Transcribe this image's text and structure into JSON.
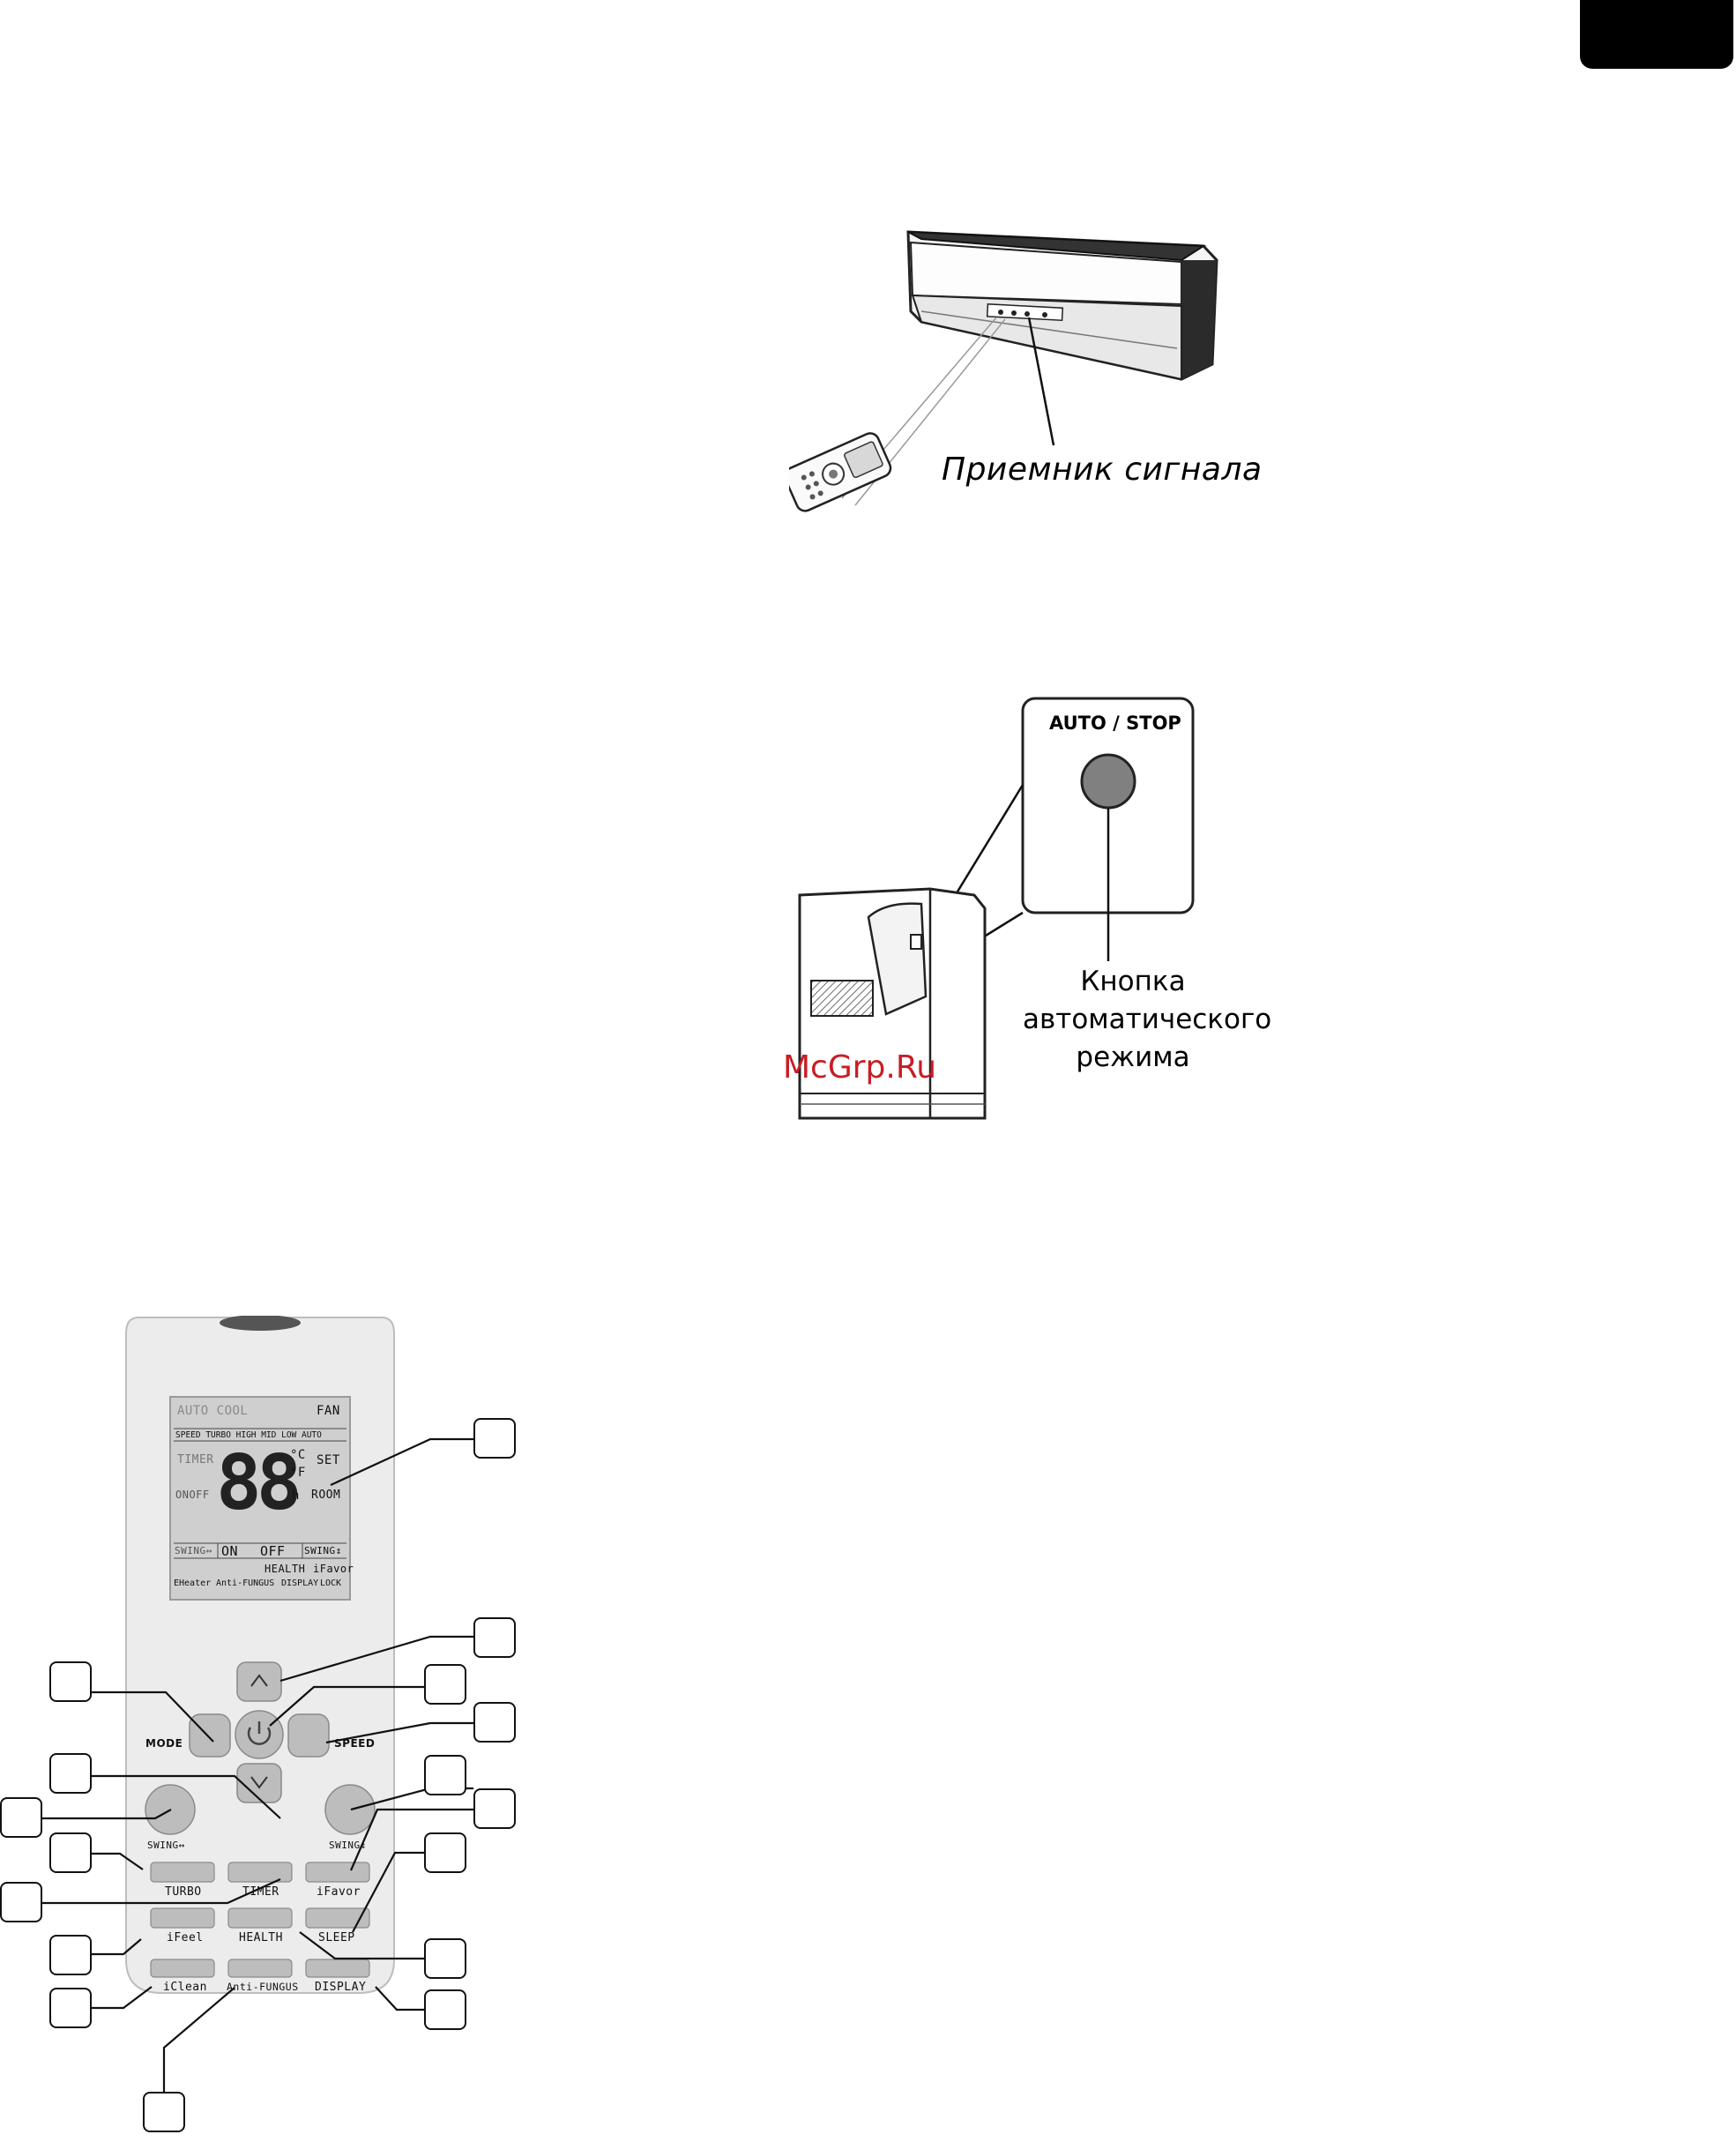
{
  "figure_signal": {
    "caption": "Приемник сигнала"
  },
  "figure_auto_stop": {
    "button_title": "AUTO / STOP",
    "caption_line1": "Кнопка",
    "caption_line2": "автоматического",
    "caption_line3": "режима"
  },
  "watermark": "McGrp.Ru",
  "remote": {
    "lcd": {
      "row1_left": "AUTO COOL",
      "row1_right": "FAN",
      "row2": "SPEED TURBO HIGH MID LOW AUTO",
      "timer": "TIMER",
      "onoff": "ONOFF",
      "digits": "88",
      "unit_c": "°C",
      "unit_f": "°F",
      "unit_h": "h",
      "set": "SET",
      "room": "ROOM",
      "swing_left": "SWING↔",
      "swing_on": "ON",
      "swing_off": "OFF",
      "swing_right": "SWING↕",
      "health": "HEALTH",
      "ifavor": "iFavor",
      "eheater": "EHeater",
      "antifungus": "Anti-FUNGUS",
      "display": "DISPLAY",
      "lock": "LOCK"
    },
    "buttons": {
      "mode": "MODE",
      "speed": "SPEED",
      "swing_h": "SWING↔",
      "swing_v": "SWING↕",
      "turbo": "TURBO",
      "timer": "TIMER",
      "ifavor": "iFavor",
      "ifeel": "iFeel",
      "health": "HEALTH",
      "sleep": "SLEEP",
      "iclean": "iClean",
      "antifungus": "Anti-FUNGUS",
      "display": "DISPLAY"
    }
  },
  "colors": {
    "tab": "#000000",
    "watermark": "#c81d25",
    "remote_body": "#ececec",
    "lcd": "#cfcfcf",
    "button": "#bdbdbd"
  }
}
